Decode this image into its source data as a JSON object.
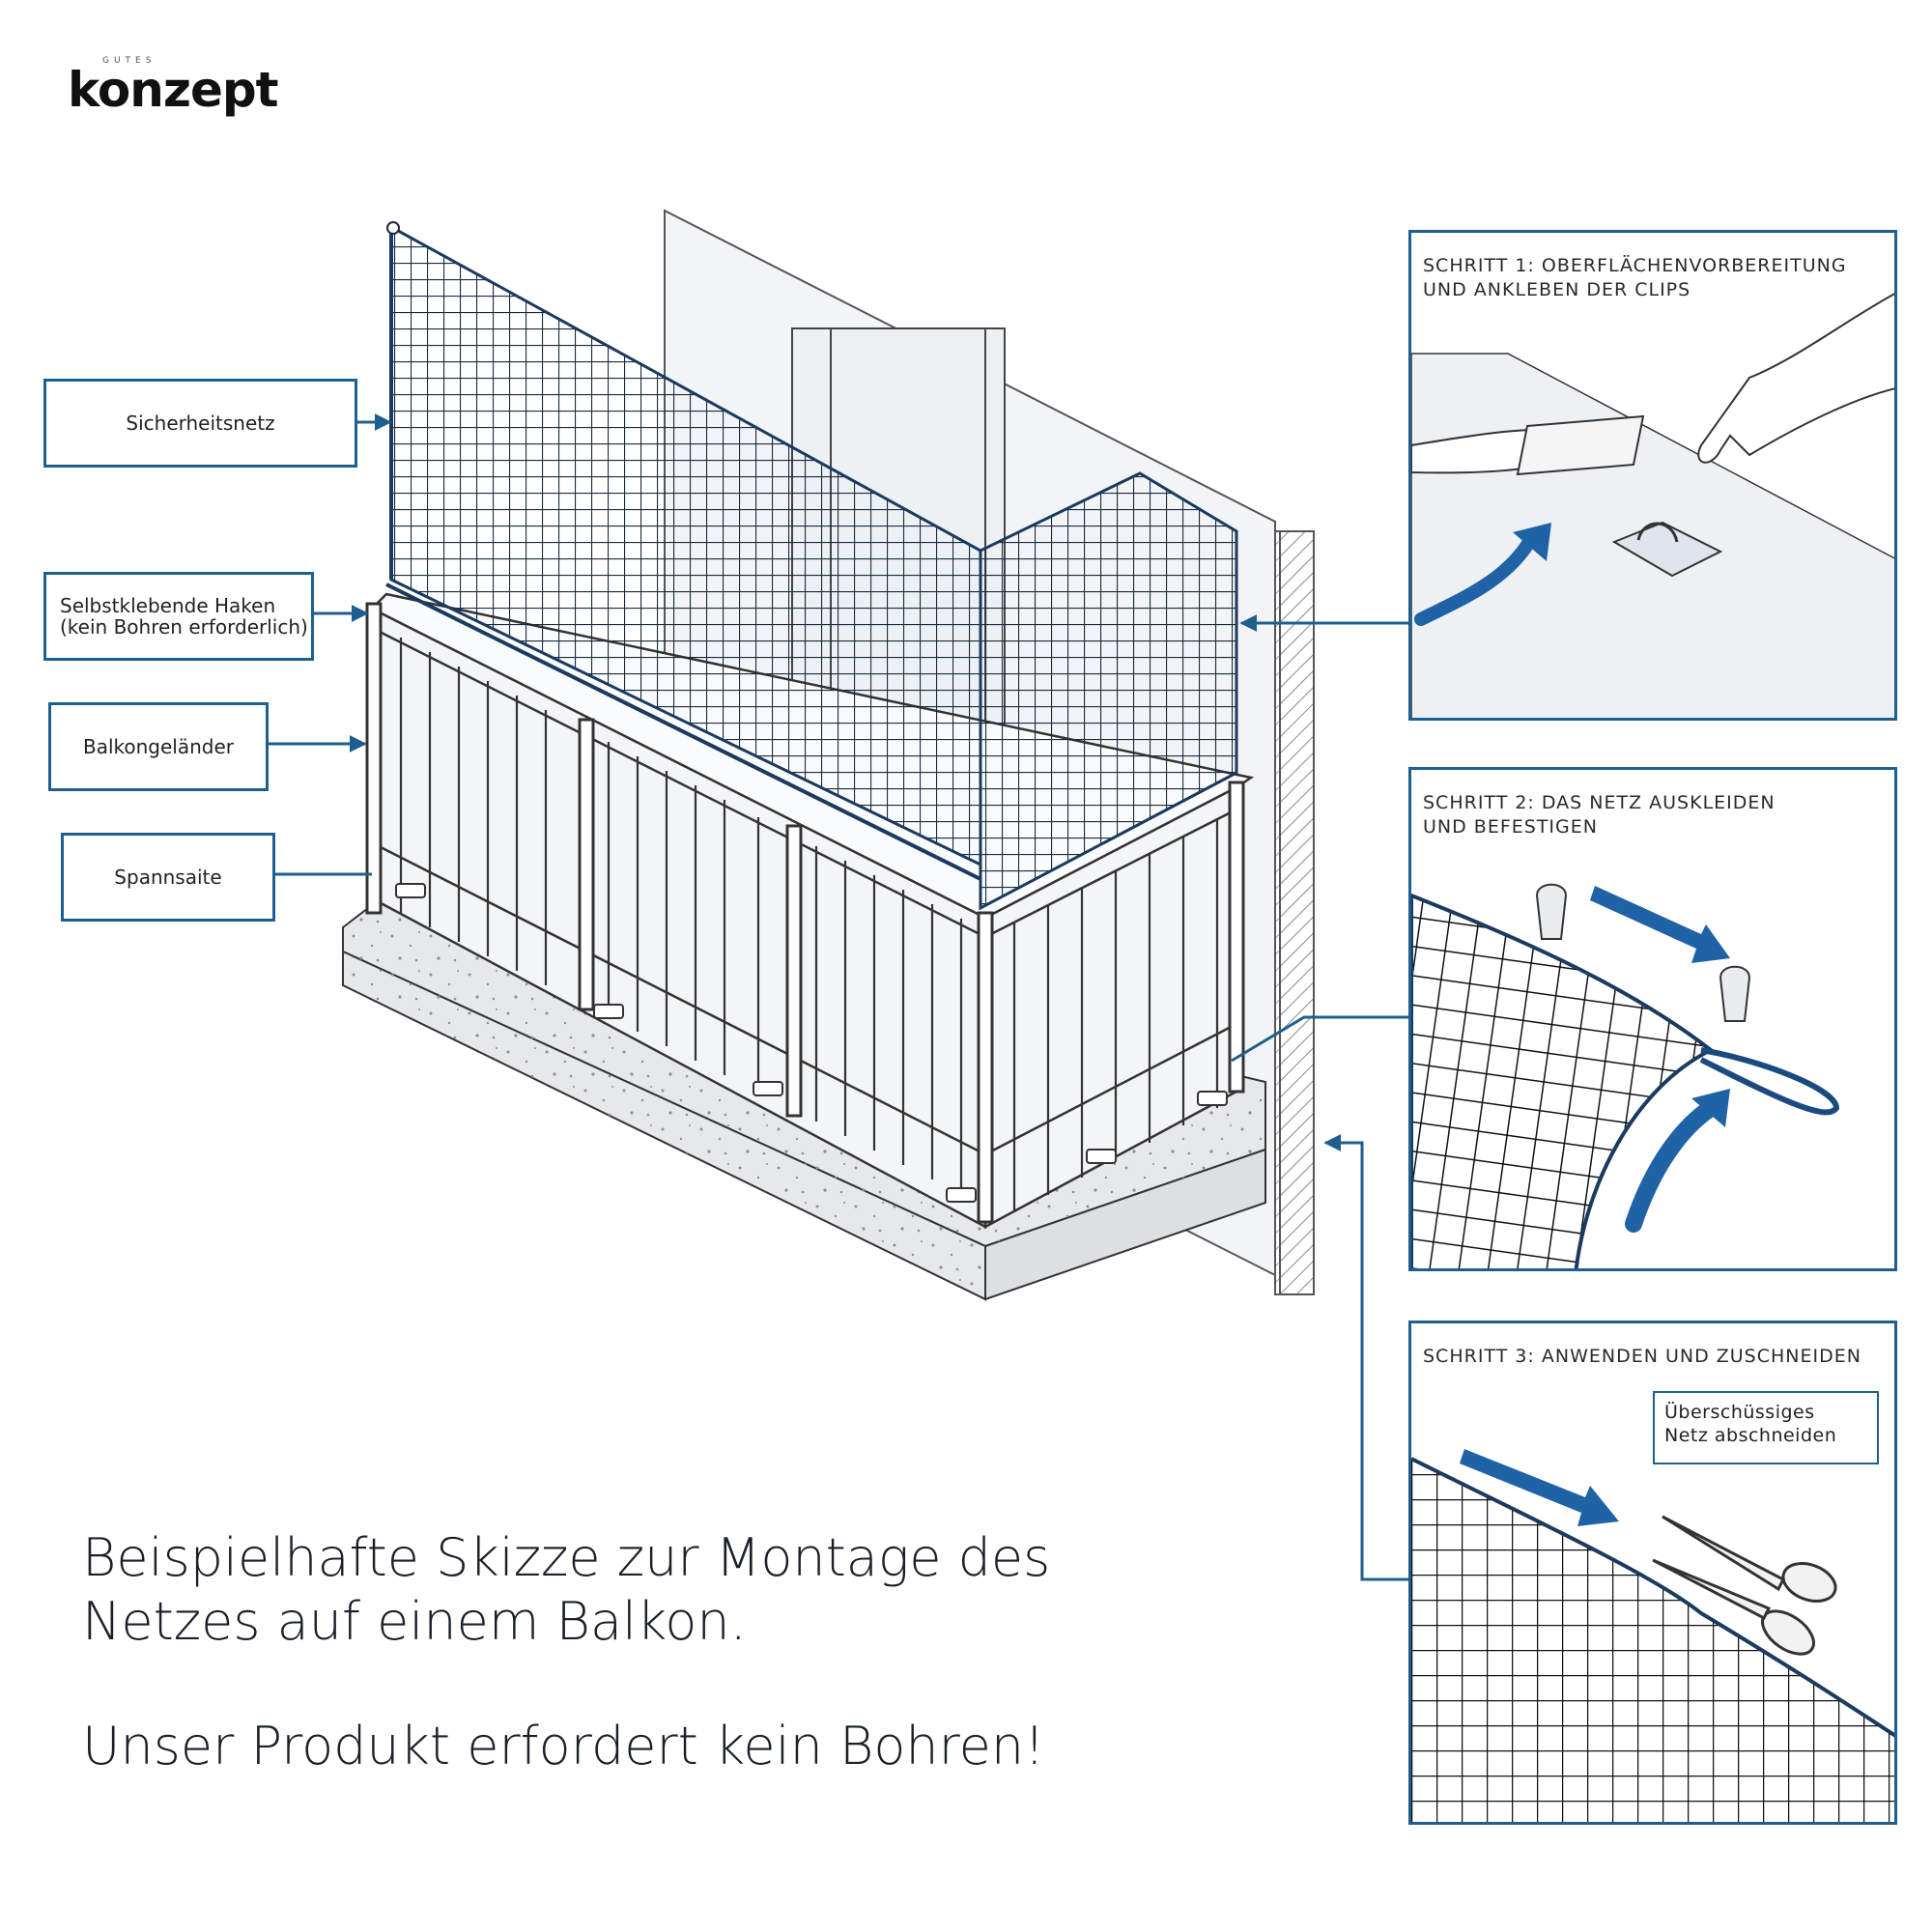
{
  "brand": {
    "small": "GUTES",
    "name": "konzept"
  },
  "labels": {
    "net": "Sicherheitsnetz",
    "hooks": "Selbstklebende Haken (kein Bohren erforderlich)",
    "railing": "Balkongeländer",
    "cord": "Spannsaite"
  },
  "steps": [
    {
      "title": "SCHRITT 1: OBERFLÄCHENVORBEREITUNG\nUND ANKLEBEN DER CLIPS"
    },
    {
      "title": "SCHRITT 2: DAS NETZ AUSKLEIDEN\nUND BEFESTIGEN"
    },
    {
      "title": "SCHRITT 3: ANWENDEN UND ZUSCHNEIDEN",
      "note": "Überschüssiges\nNetz abschneiden"
    }
  ],
  "captions": {
    "line1": "Beispielhafte Skizze zur Montage des Netzes auf einem Balkon.",
    "line2": "Unser Produkt erfordert kein Bohren!"
  },
  "colors": {
    "accent": "#1f5f8f",
    "arrow": "#1f63a6",
    "net": "#1b2a40",
    "concrete": "#e6e8ea"
  }
}
